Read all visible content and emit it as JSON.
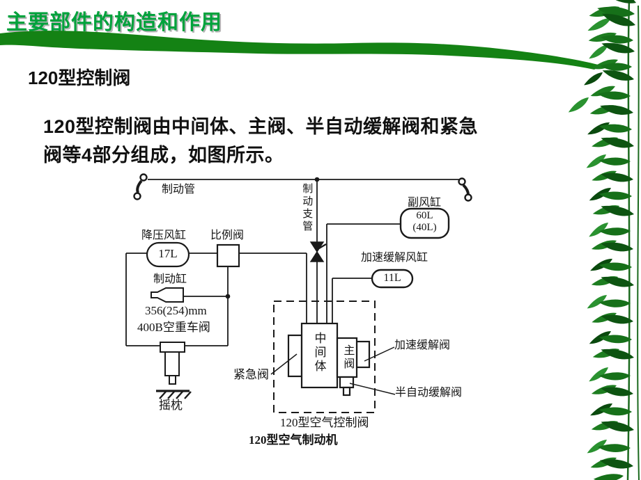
{
  "page": {
    "title": "主要部件的构造和作用",
    "colors": {
      "title_green": "#00a23c",
      "swoosh_green": "#148214",
      "diagram_ink": "#1a1a1a"
    }
  },
  "content": {
    "heading": "120型控制阀",
    "body_line1": "120型控制阀由中间体、主阀、半自动缓解阀和紧急",
    "body_line2": "阀等4部分组成，如图所示。"
  },
  "diagram": {
    "labels": {
      "brake_pipe": "制动管",
      "brake_branch_pipe": "制动支管",
      "aux_reservoir": "副风缸",
      "aux_reservoir_capacity": "60L",
      "aux_reservoir_capacity_alt": "(40L)",
      "pressure_reducing_reservoir": "降压风缸",
      "pressure_reducing_capacity": "17L",
      "proportional_valve": "比例阀",
      "brake_cylinder": "制动缸",
      "brake_cylinder_size": "356(254)mm",
      "empty_load_valve": "400B空重车阀",
      "accel_release_reservoir": "加速缓解风缸",
      "accel_release_capacity": "11L",
      "intermediate_body": "中间体",
      "main_valve": "主阀",
      "emergency_valve": "紧急阀",
      "accel_release_valve": "加速缓解阀",
      "semi_auto_release_valve": "半自动缓解阀",
      "bolster": "摇枕",
      "control_valve_caption": "120型空气控制阀",
      "diagram_caption": "120型空气制动机"
    }
  }
}
